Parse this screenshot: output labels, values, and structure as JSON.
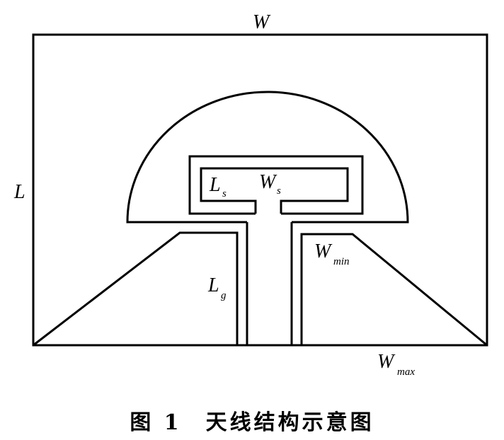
{
  "labels": {
    "W": "W",
    "L": "L",
    "Ls_main": "L",
    "Ls_sub": "s",
    "Ws_main": "W",
    "Ws_sub": "s",
    "Lg_main": "L",
    "Lg_sub": "g",
    "Wmin_main": "W",
    "Wmin_sub": "min",
    "Wmax_main": "W",
    "Wmax_sub": "max"
  },
  "caption": {
    "figure_no": "图 1",
    "title": "天线结构示意图"
  },
  "colors": {
    "line": "#000000",
    "background": "#ffffff"
  }
}
